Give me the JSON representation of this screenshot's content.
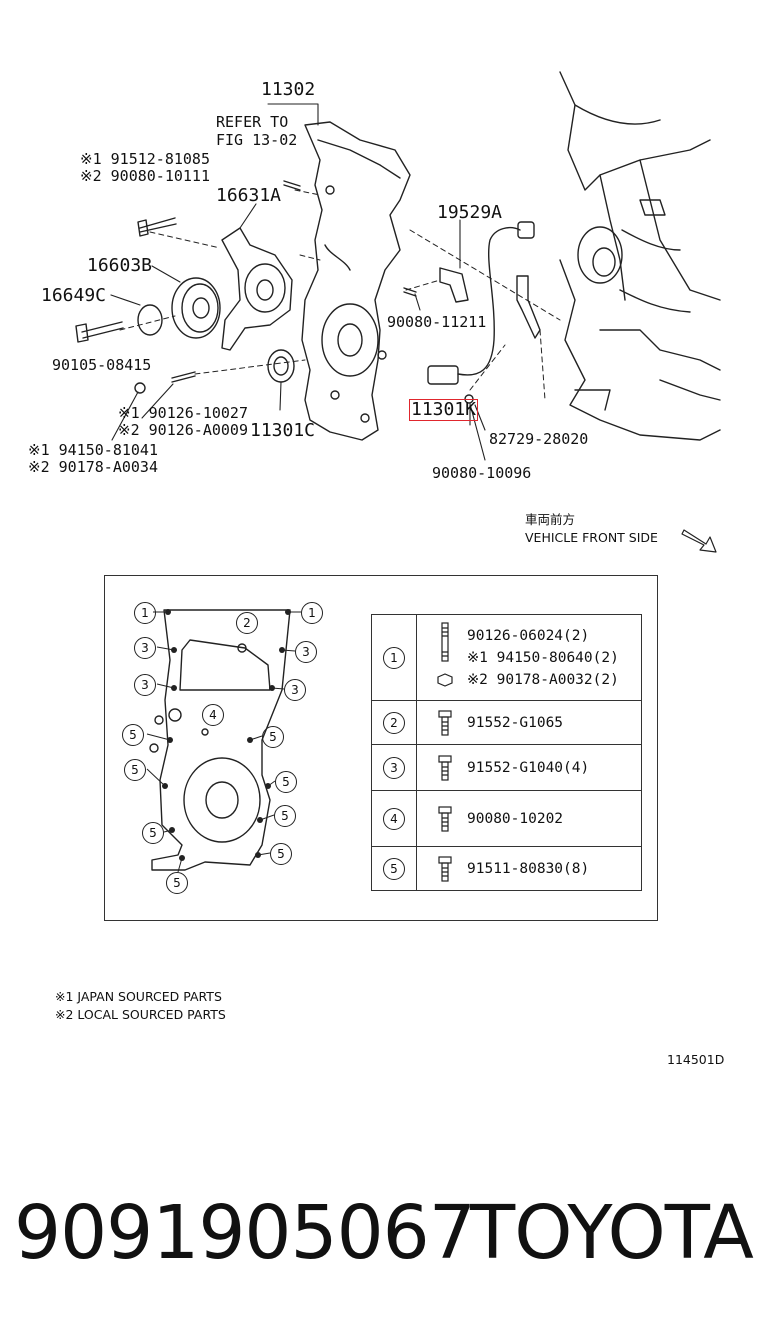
{
  "main_diagram": {
    "labels": {
      "part_11302": "11302",
      "refer_to": "REFER TO",
      "fig_ref": "FIG 13-02",
      "part_91512": "※1 91512-81085",
      "part_90080_10111": "※2 90080-10111",
      "part_16631A": "16631A",
      "part_19529A": "19529A",
      "part_16603B": "16603B",
      "part_16649C": "16649C",
      "part_90080_11211": "90080-11211",
      "part_90105": "90105-08415",
      "part_90126_10027": "※1 90126-10027",
      "part_90126_A0009": "※2 90126-A0009",
      "part_11301C": "11301C",
      "part_11301K": "11301K",
      "part_82729": "82729-28020",
      "part_94150_81041": "※1 94150-81041",
      "part_90178_A0034": "※2 90178-A0034",
      "part_90080_10096": "90080-10096"
    },
    "direction_jp": "車両前方",
    "direction_en": "VEHICLE FRONT SIDE",
    "highlight_color": "#e0262d"
  },
  "inset": {
    "callouts": {
      "c1": "1",
      "c2": "2",
      "c3": "3",
      "c4": "4",
      "c5": "5"
    },
    "table": [
      {
        "ref": "1",
        "lines": [
          "90126-06024(2)",
          "※1 94150-80640(2)",
          "※2 90178-A0032(2)"
        ]
      },
      {
        "ref": "2",
        "lines": [
          "91552-G1065"
        ]
      },
      {
        "ref": "3",
        "lines": [
          "91552-G1040(4)"
        ]
      },
      {
        "ref": "4",
        "lines": [
          "90080-10202"
        ]
      },
      {
        "ref": "5",
        "lines": [
          "91511-80830(8)"
        ]
      }
    ]
  },
  "notes": {
    "note1": "※1 JAPAN SOURCED PARTS",
    "note2": "※2 LOCAL SOURCED PARTS",
    "figure_code": "114501D"
  },
  "footer": {
    "part_number": "9091905067",
    "brand": "TOYOTA"
  }
}
